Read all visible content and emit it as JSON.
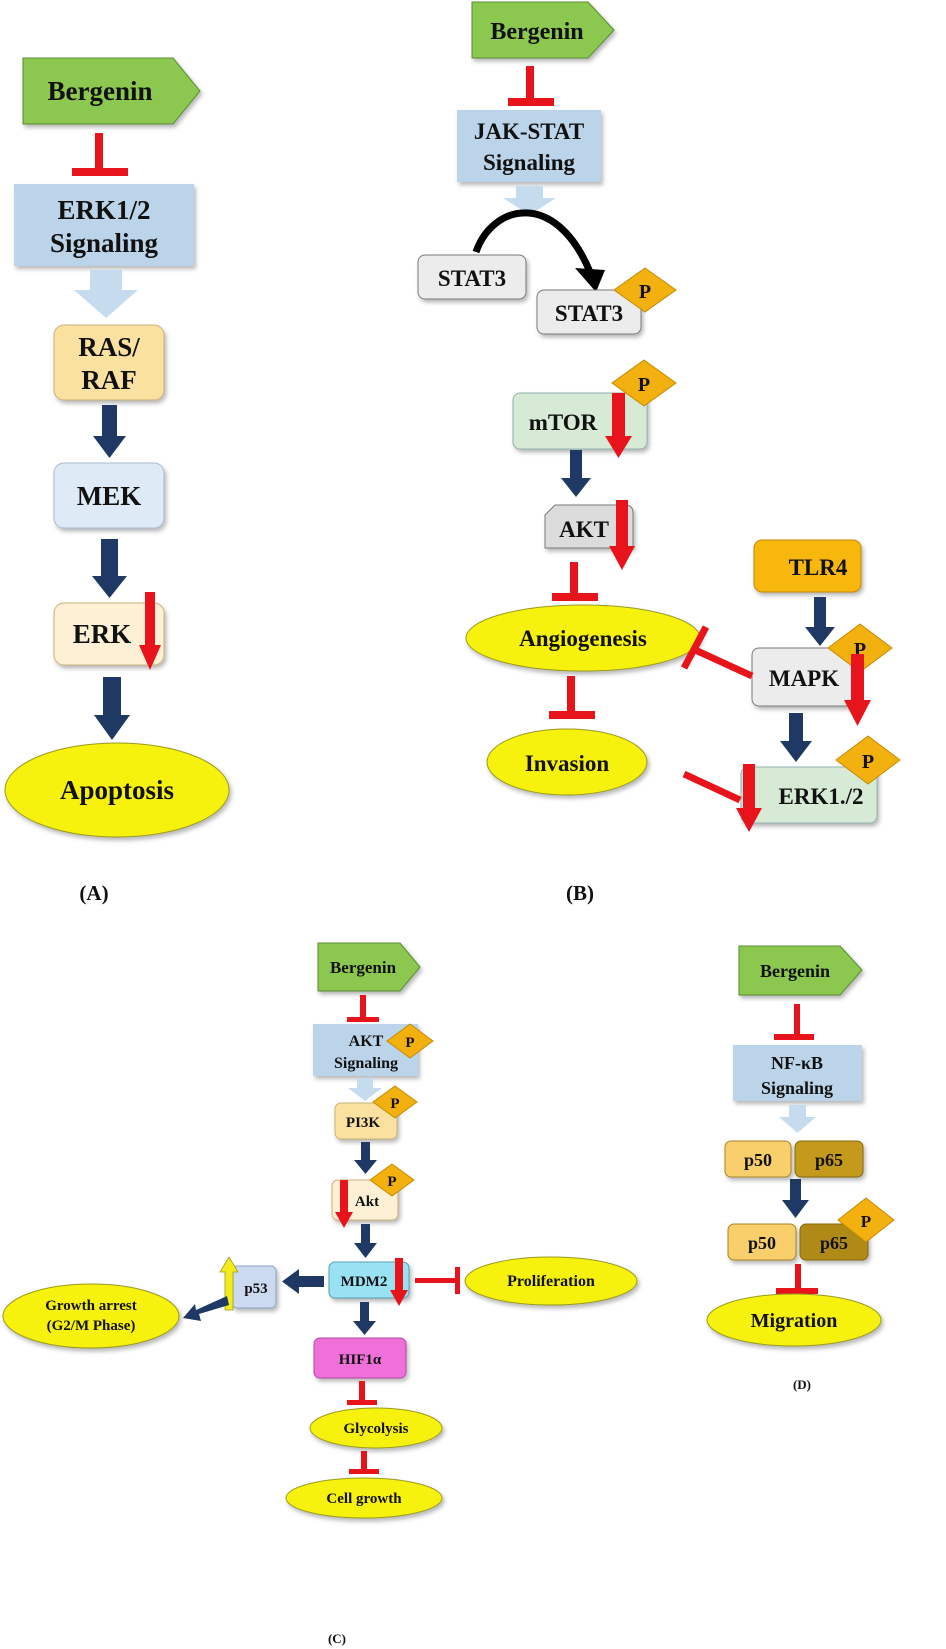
{
  "colors": {
    "bergenin": "#8cc850",
    "bergenin_stroke": "#5a8c32",
    "signaling": "#bcd4ea",
    "arrow_light": "#c6dcee",
    "arrow_dark": "#203864",
    "inhibit": "#e8141c",
    "phospho": "#f2b10e",
    "ellipse": "#f7f20c",
    "ras_raf": "#fbe1a0",
    "mek": "#deeaf6",
    "erk": "#fdf0d4",
    "stat": "#ececec",
    "green_light": "#d7ead6",
    "tlr4": "#f7b70d",
    "p50": "#f8cf6a",
    "p65": "#c39a1c",
    "mdm2": "#98e2f4",
    "hif": "#ef6fd9",
    "p53": "#cbdaf0"
  },
  "panelA": {
    "label": "(A)",
    "bergenin": "Bergenin",
    "erk_signaling": [
      "ERK1/2",
      "Signaling"
    ],
    "ras_raf": [
      "RAS/",
      "RAF"
    ],
    "mek": "MEK",
    "erk": "ERK",
    "apoptosis": "Apoptosis"
  },
  "panelB": {
    "label": "(B)",
    "bergenin": "Bergenin",
    "jak_stat": [
      "JAK-STAT",
      "Signaling"
    ],
    "stat3": "STAT3",
    "stat3_p": "STAT3",
    "p": "P",
    "mtor": "mTOR",
    "akt": "AKT",
    "tlr4": "TLR4",
    "angiogenesis": "Angiogenesis",
    "mapk": "MAPK",
    "invasion": "Invasion",
    "erk12": "ERK1./2"
  },
  "panelC": {
    "label": "(C)",
    "bergenin": "Bergenin",
    "akt_signaling": [
      "AKT",
      "Signaling"
    ],
    "p": "P",
    "pi3k": "PI3K",
    "akt": "Akt",
    "mdm2": "MDM2",
    "p53": "p53",
    "proliferation": "Proliferation",
    "growth_arrest": [
      "Growth arrest",
      "(G2/M Phase)"
    ],
    "hif": "HIF1α",
    "glycolysis": "Glycolysis",
    "cell_growth": "Cell growth"
  },
  "panelD": {
    "label": "(D)",
    "bergenin": "Bergenin",
    "nfkb": [
      "NF-κB",
      "Signaling"
    ],
    "p50": "p50",
    "p65": "p65",
    "p": "P",
    "migration": "Migration"
  }
}
